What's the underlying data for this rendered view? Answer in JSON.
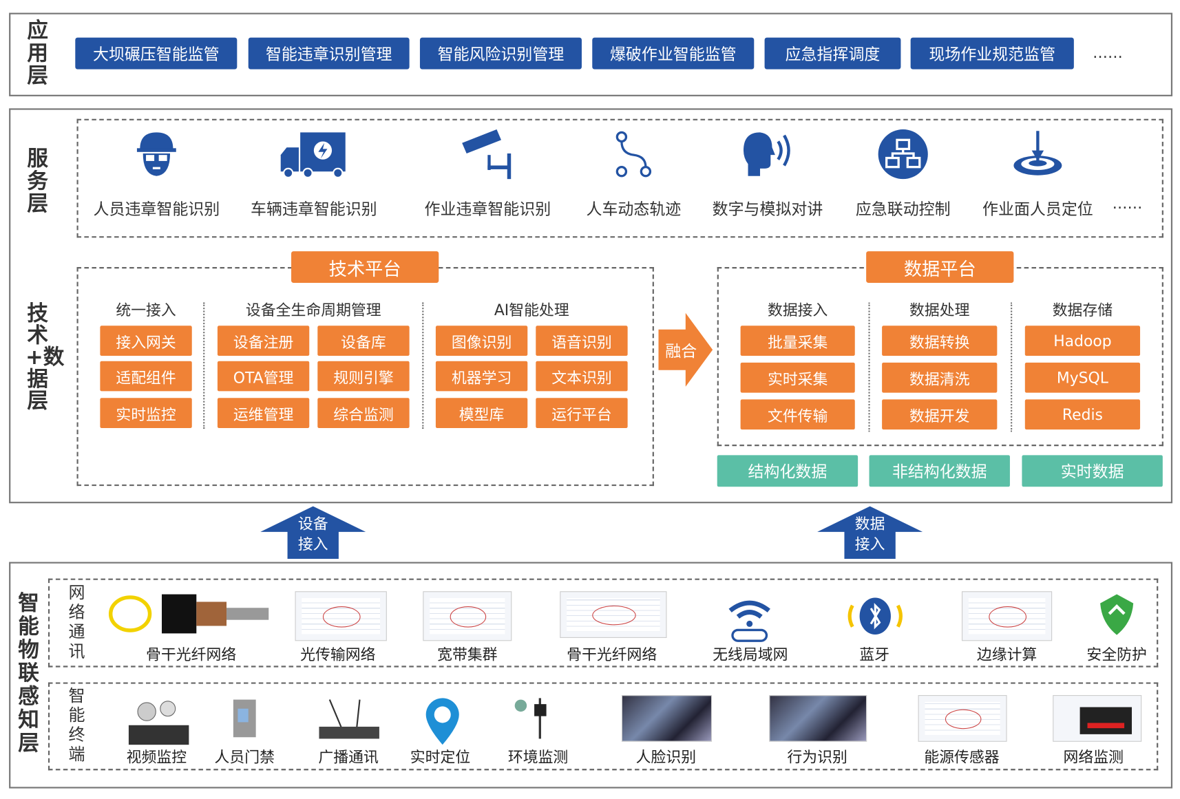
{
  "app_layer": {
    "label": "应用层",
    "buttons": [
      "大坝碾压智能监管",
      "智能违章识别管理",
      "智能风险识别管理",
      "爆破作业智能监管",
      "应急指挥调度",
      "现场作业规范监管"
    ],
    "more": "……"
  },
  "service_layer": {
    "label": "服务层",
    "items": [
      {
        "label": "人员违章智能识别",
        "icon": "helmet-icon"
      },
      {
        "label": "车辆违章智能识别",
        "icon": "truck-icon"
      },
      {
        "label": "作业违章智能识别",
        "icon": "camera-icon"
      },
      {
        "label": "人车动态轨迹",
        "icon": "route-icon"
      },
      {
        "label": "数字与模拟对讲",
        "icon": "voice-icon"
      },
      {
        "label": "应急联动控制",
        "icon": "network-icon"
      },
      {
        "label": "作业面人员定位",
        "icon": "location-icon"
      }
    ],
    "more": "……"
  },
  "tech_data_layer": {
    "label": "技术+数据层",
    "tech_platform": {
      "title": "技术平台",
      "groups": [
        {
          "header": "统一接入",
          "items": [
            "接入网关",
            "适配组件",
            "实时监控"
          ]
        },
        {
          "header": "设备全生命周期管理",
          "items": [
            "设备注册",
            "设备库",
            "OTA管理",
            "规则引擎",
            "运维管理",
            "综合监测"
          ]
        },
        {
          "header": "AI智能处理",
          "items": [
            "图像识别",
            "语音识别",
            "机器学习",
            "文本识别",
            "模型库",
            "运行平台"
          ]
        }
      ]
    },
    "fusion": "融合",
    "data_platform": {
      "title": "数据平台",
      "groups": [
        {
          "header": "数据接入",
          "items": [
            "批量采集",
            "实时采集",
            "文件传输"
          ]
        },
        {
          "header": "数据处理",
          "items": [
            "数据转换",
            "数据清洗",
            "数据开发"
          ]
        },
        {
          "header": "数据存储",
          "items": [
            "Hadoop",
            "MySQL",
            "Redis"
          ]
        }
      ]
    },
    "data_types": [
      "结构化数据",
      "非结构化数据",
      "实时数据"
    ]
  },
  "arrows": [
    {
      "line1": "设备",
      "line2": "接入"
    },
    {
      "line1": "数据",
      "line2": "接入"
    }
  ],
  "iot_layer": {
    "label": "智能物联感知层",
    "network": {
      "label": "网络通讯",
      "items": [
        "骨干光纤网络",
        "光传输网络",
        "宽带集群",
        "骨干光纤网络",
        "无线局域网",
        "蓝牙",
        "边缘计算",
        "安全防护"
      ]
    },
    "terminal": {
      "label": "智能终端",
      "items": [
        "视频监控",
        "人员门禁",
        "广播通讯",
        "实时定位",
        "环境监测",
        "人脸识别",
        "行为识别",
        "能源传感器",
        "网络监测"
      ]
    }
  },
  "colors": {
    "blue": "#2353a3",
    "orange": "#f08236",
    "teal": "#5bbfa6"
  }
}
